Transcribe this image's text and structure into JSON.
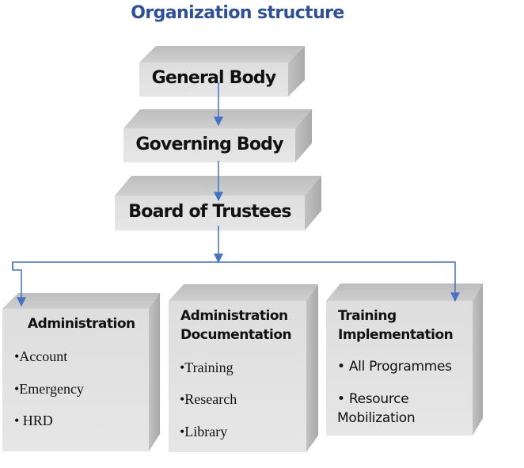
{
  "title": "Organization structure",
  "hierarchy": [
    {
      "label": "General Body"
    },
    {
      "label": "Governing Body"
    },
    {
      "label": "Board of Trustees"
    }
  ],
  "departments": [
    {
      "heading": "Administration",
      "items": [
        "•Account",
        "•Emergency",
        "• HRD"
      ]
    },
    {
      "heading_line1": "Administration",
      "heading_line2": "Documentation",
      "items": [
        "•Training",
        "•Research",
        "•Library"
      ]
    },
    {
      "heading_line1": "Training",
      "heading_line2": "Implementation",
      "items": [
        "• All Programmes",
        "• Resource",
        "Mobilization"
      ]
    }
  ],
  "colors": {
    "title": "#2E4F9E",
    "connector": "#4472C4",
    "box_front": "#D9D9D9",
    "box_top": "#C8C8C8",
    "box_side": "#B3B3B3"
  }
}
